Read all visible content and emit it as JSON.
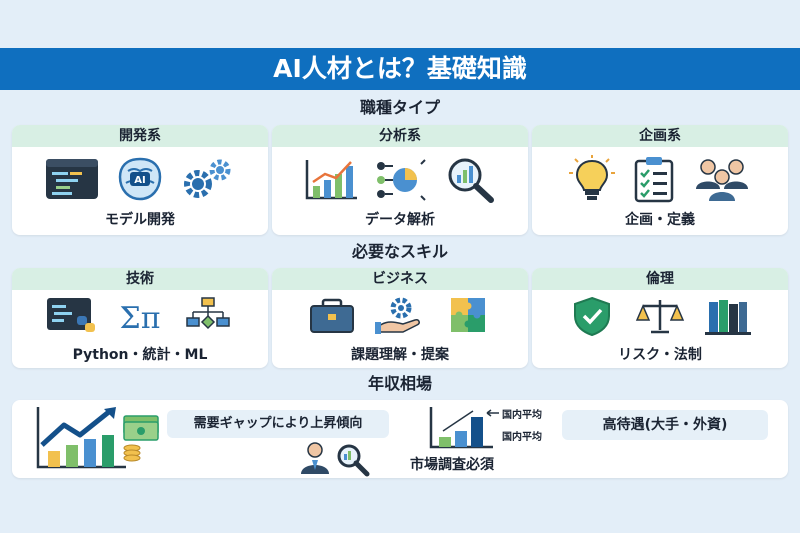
{
  "header": {
    "title": "AI人材とは？基礎知識"
  },
  "job_types": {
    "title": "職種タイプ",
    "cards": [
      {
        "heading": "開発系",
        "caption": "モデル開発",
        "icons": [
          "code-window-icon",
          "ai-brain-icon",
          "gears-icon"
        ]
      },
      {
        "heading": "分析系",
        "caption": "データ解析",
        "icons": [
          "bar-line-chart-icon",
          "pie-network-chart-icon",
          "magnifier-chart-icon"
        ]
      },
      {
        "heading": "企画系",
        "caption": "企画・定義",
        "icons": [
          "lightbulb-icon",
          "checklist-clipboard-icon",
          "team-people-icon"
        ]
      }
    ]
  },
  "skills": {
    "title": "必要なスキル",
    "cards": [
      {
        "heading": "技術",
        "caption": "Python・統計・ML",
        "icons": [
          "code-python-icon",
          "sigma-pi-icon",
          "flowchart-icon"
        ]
      },
      {
        "heading": "ビジネス",
        "caption": "課題理解・提案",
        "icons": [
          "briefcase-icon",
          "hand-gear-icon",
          "puzzle-icon"
        ]
      },
      {
        "heading": "倫理",
        "caption": "リスク・法制",
        "icons": [
          "shield-check-icon",
          "balance-scale-icon",
          "books-icon"
        ]
      }
    ]
  },
  "salary": {
    "title": "年収相場",
    "demand_label": "需要ギャップにより上昇傾向",
    "research_label": "市場調査必須",
    "avg_label_top": "国内平均",
    "avg_label_bottom": "国内平均",
    "high_pay_label": "高待遇(大手・外資)",
    "icons": [
      "rising-bar-chart-icon",
      "money-coins-icon",
      "analyst-magnifier-icon",
      "comparison-bar-chart-icon"
    ]
  },
  "colors": {
    "banner": "#0f6fbf",
    "card_header": "#d8efe4",
    "background": "#e3eef8",
    "pill": "#e6f0f8"
  }
}
